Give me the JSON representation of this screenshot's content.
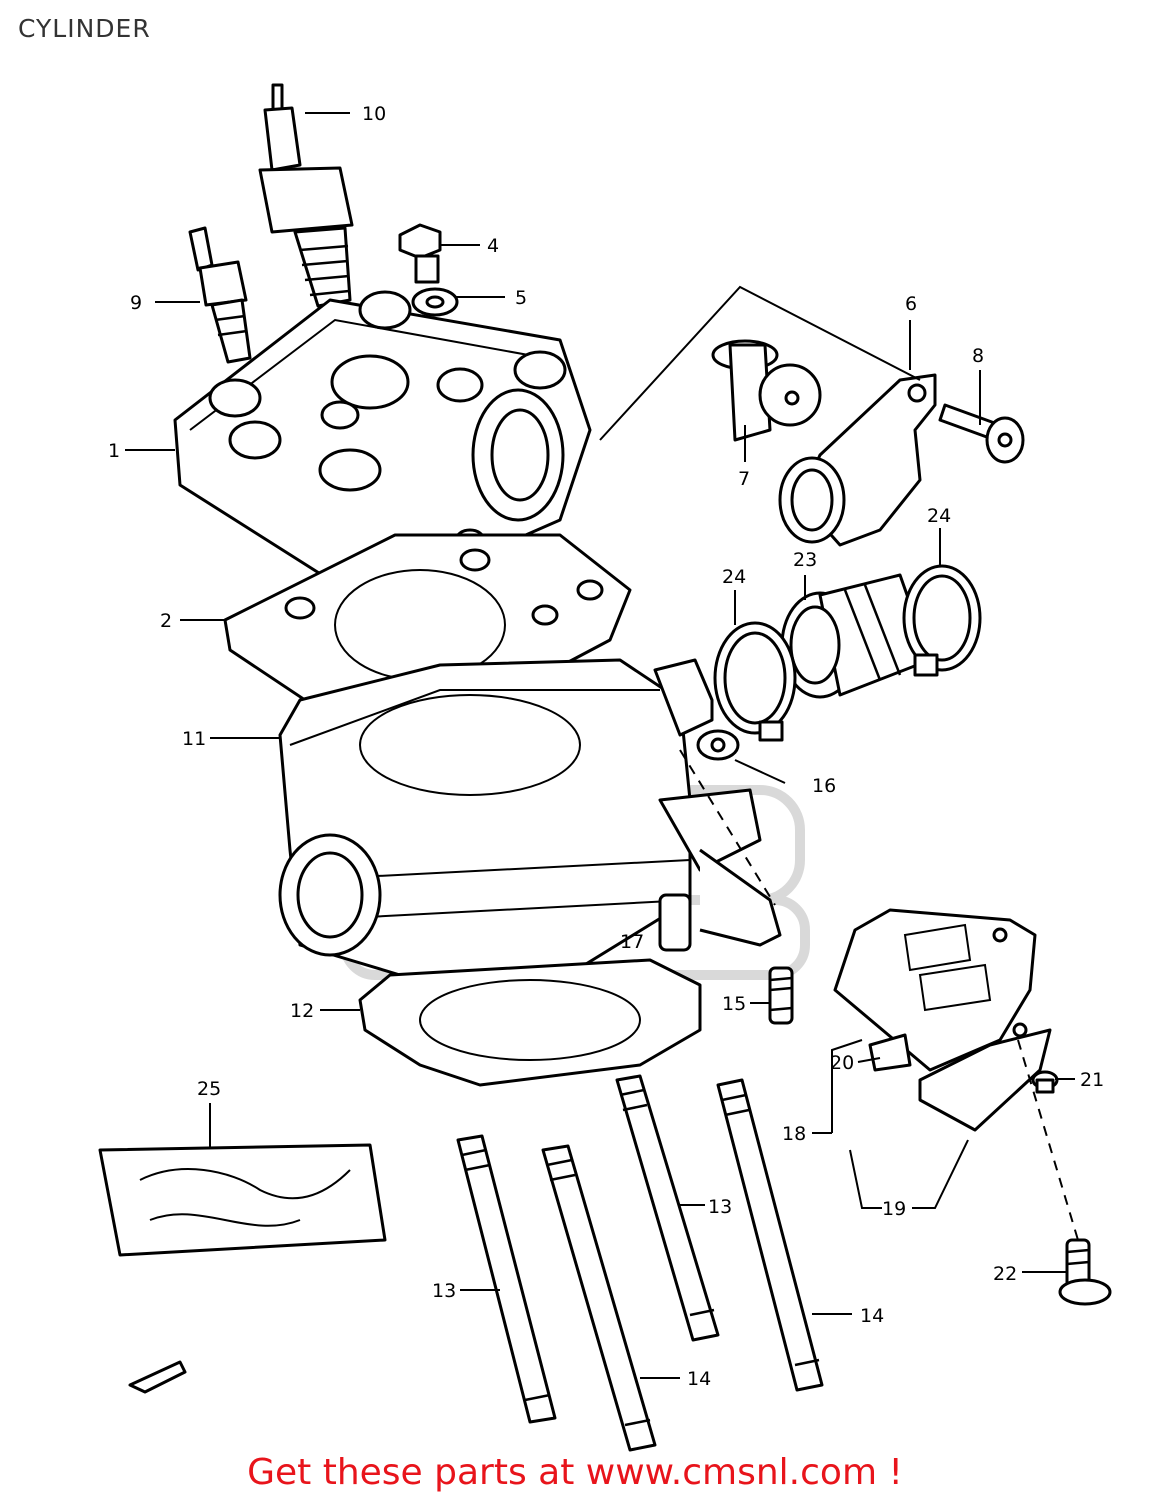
{
  "header": {
    "title": "CYLINDER"
  },
  "callouts": {
    "p1": "1",
    "p2": "2",
    "p4": "4",
    "p5": "5",
    "p6": "6",
    "p7": "7",
    "p8": "8",
    "p9": "9",
    "p10": "10",
    "p11": "11",
    "p12": "12",
    "p13a": "13",
    "p13b": "13",
    "p14a": "14",
    "p14b": "14",
    "p15": "15",
    "p16": "16",
    "p17": "17",
    "p18": "18",
    "p19": "19",
    "p20": "20",
    "p21": "21",
    "p22": "22",
    "p23": "23",
    "p24a": "24",
    "p24b": "24",
    "p25": "25"
  },
  "footer": {
    "text": "Get these parts at www.cmsnl.com !"
  },
  "colors": {
    "footer_text": "#e8141b",
    "line_art": "#000000",
    "watermark": "#d9d9d9"
  }
}
